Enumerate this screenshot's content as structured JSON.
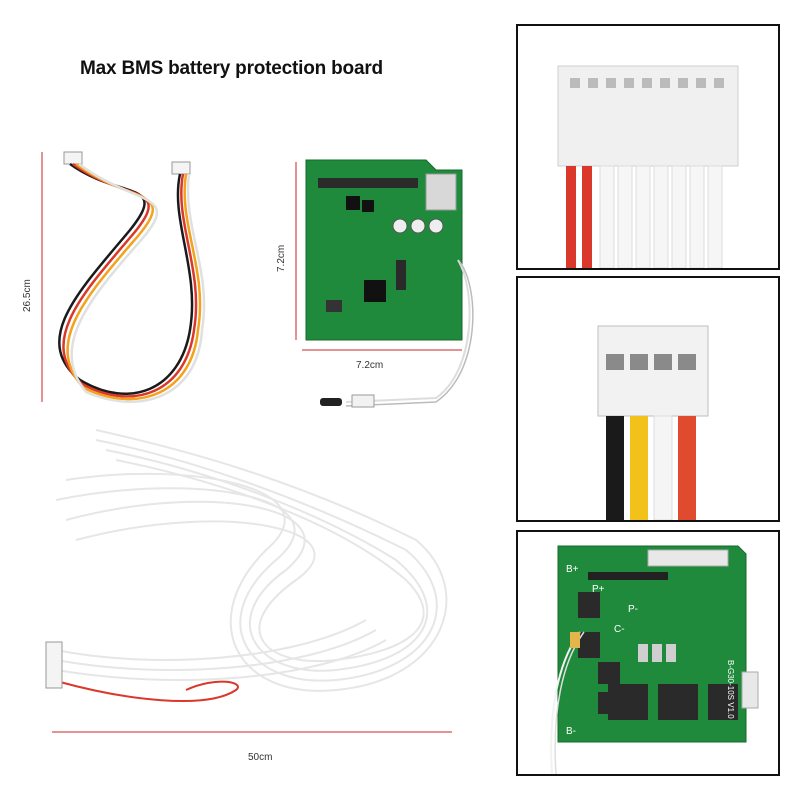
{
  "title": "Max BMS battery protection board",
  "dimensions": {
    "cable_length": "26.5cm",
    "board_height": "7.2cm",
    "board_width": "7.2cm",
    "harness_length": "50cm"
  },
  "pcb_labels": {
    "b_plus": "B+",
    "p_plus": "P+",
    "p_minus": "P-",
    "c_minus": "C-",
    "b_minus": "B-",
    "model": "B-G30-10S V1.0"
  },
  "colors": {
    "pcb_green": "#1f8a3c",
    "wire_red": "#d9382a",
    "wire_yellow": "#f2c21b",
    "wire_black": "#1a1a1a",
    "wire_white": "#f2f2f2",
    "dimension_line": "#c8272a"
  }
}
